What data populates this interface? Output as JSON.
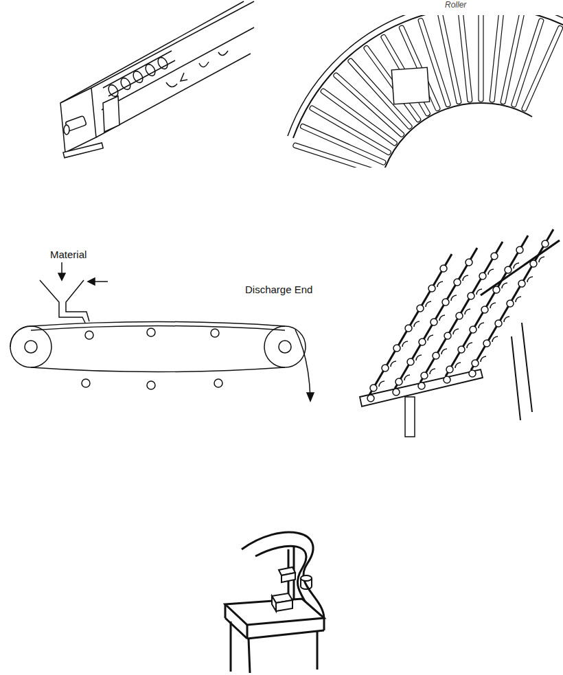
{
  "diagram": {
    "labels": [
      "Roller",
      "Material",
      "Discharge End"
    ]
  }
}
